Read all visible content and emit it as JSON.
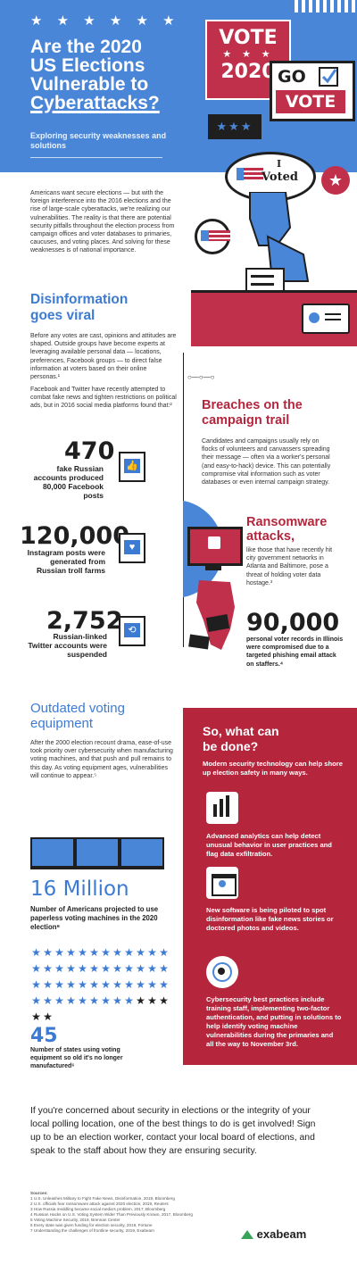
{
  "hero": {
    "title_line1": "Are the 2020",
    "title_line2": "US Elections",
    "title_line3": "Vulnerable to",
    "title_line4": "Cyberattacks?",
    "subtitle": "Exploring security weaknesses and solutions",
    "vote_sign_line1": "VOTE",
    "vote_sign_line2": "2020",
    "go_vote_line1": "GO",
    "go_vote_line2": "VOTE",
    "sticker_line1": "I",
    "sticker_line2": "Voted",
    "colors": {
      "blue": "#4a86d8",
      "red": "#c0304a",
      "dark": "#1f1f1f"
    }
  },
  "intro": {
    "text": "Americans want secure elections — but with the foreign interference into the 2016 elections and the rise of large-scale cyberattacks, we're realizing our vulnerabilities. The reality is that there are potential security pitfalls throughout the election process from campaign offices and voter databases to primaries, caucuses, and voting places. And solving for these weaknesses is of national importance."
  },
  "disinformation": {
    "heading_line1": "Disinformation",
    "heading_line2": "goes viral",
    "para1": "Before any votes are cast, opinions and attitudes are shaped. Outside groups have become experts at leveraging available personal data — locations, preferences, Facebook groups — to direct false information at voters based on their online personas.¹",
    "para2": "Facebook and Twitter have recently attempted to combat fake news and tighten restrictions on political ads, but in 2016 social media platforms found that:²",
    "stats": [
      {
        "number": "470",
        "label": "fake Russian accounts produced 80,000 Facebook posts",
        "icon": "thumbs-up-icon"
      },
      {
        "number": "120,000",
        "label": "Instagram posts were generated from Russian troll farms",
        "icon": "heart-icon"
      },
      {
        "number": "2,752",
        "label": "Russian-linked Twitter accounts were suspended",
        "icon": "retweet-icon"
      }
    ]
  },
  "breaches": {
    "heading_line1": "Breaches on the",
    "heading_line2": "campaign trail",
    "text": "Candidates and campaigns usually rely on flocks of volunteers and canvassers spreading their message — often via a worker's personal (and easy-to-hack) device. This can potentially compromise vital information such as voter databases or even internal campaign strategy.",
    "ransomware_heading_line1": "Ransomware",
    "ransomware_heading_line2": "attacks,",
    "ransomware_text": "like those that have recently hit city government networks in Atlanta and Baltimore, pose a threat of holding voter data hostage.³",
    "records_number": "90,000",
    "records_label": "personal voter records in Illinois were compromised due to a targeted phishing email attack on staffers.⁴"
  },
  "outdated": {
    "heading_line1": "Outdated voting",
    "heading_line2": "equipment",
    "text": "After the 2000 election recount drama, ease-of-use took priority over cybersecurity when manufacturing voting machines, and that push and pull remains to this day. As voting equipment ages, vulnerabilities will continue to appear.⁵",
    "big_stat": "16 Million",
    "big_stat_label": "Number of Americans projected to use paperless voting machines in the 2020 election⁶",
    "states_stat": "45",
    "states_label": "Number of states using voting equipment so old it's no longer manufactured⁶",
    "star_grid": {
      "total": 50,
      "highlighted": 45,
      "highlight_color": "#3d7bd2",
      "other_color": "#1f1f1f"
    }
  },
  "solutions": {
    "heading_line1": "So, what can",
    "heading_line2": "be done?",
    "intro": "Modern security technology can help shore up election safety in many ways.",
    "items": [
      {
        "icon": "analytics-bars-icon",
        "text": "Advanced analytics can help detect unusual behavior in user practices and flag data exfiltration."
      },
      {
        "icon": "software-window-icon",
        "text": "New software is being piloted to spot disinformation like fake news stories or doctored photos and videos."
      },
      {
        "icon": "security-badge-icon",
        "text": "Cybersecurity best practices include training staff, implementing two-factor authentication, and putting in solutions to help identify voting machine vulnerabilities during the primaries and all the way to November 3rd."
      }
    ]
  },
  "footer": {
    "cta": "If you're concerned about security in elections or the integrity of your local polling location, one of the best things to do is get involved! Sign up to be an election worker, contact your local board of elections, and speak to the staff about how they are ensuring security.",
    "sources_title": "Sources:",
    "sources": [
      "1 U.S. Unleashes Military to Fight Fake News, Disinformation, 2019, Bloomberg",
      "2 U.S. officials fear ransomware attack against 2020 election, 2019, Reuters",
      "3 How Russia meddling became social media's problem, 2017, Bloomberg",
      "4 Russian Hacks on U.S. Voting System Wider Than Previously Known, 2017, Bloomberg",
      "5 Voting Machine Security, 2019, Brennan Center",
      "6 Every state was given funding for election security, 2019, Fortune",
      "7 Understanding the challenges of frontline security, 2019, Exabeam"
    ],
    "logo_text": "exabeam"
  }
}
